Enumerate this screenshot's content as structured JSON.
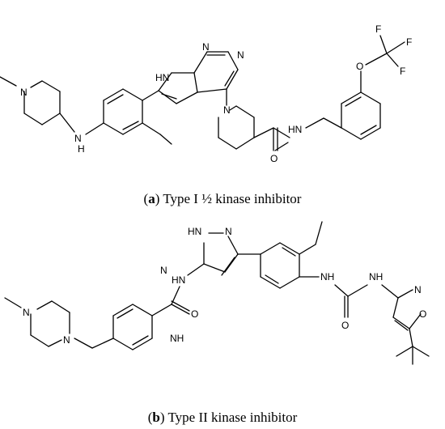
{
  "figure": {
    "panel_a": {
      "caption_letter": "a",
      "caption_text": " Type I ½ kinase inhibitor",
      "atom_labels": [
        "HN",
        "N",
        "N",
        "N",
        "N",
        "N",
        "H",
        "O",
        "O",
        "F",
        "F",
        "F"
      ]
    },
    "panel_b": {
      "caption_letter": "b",
      "caption_text": " Type II kinase inhibitor",
      "atom_labels": [
        "N",
        "N",
        "N",
        "NH",
        "NH",
        "NH",
        "N",
        "HN",
        "O",
        "O",
        "N",
        "O",
        "HN"
      ]
    }
  }
}
